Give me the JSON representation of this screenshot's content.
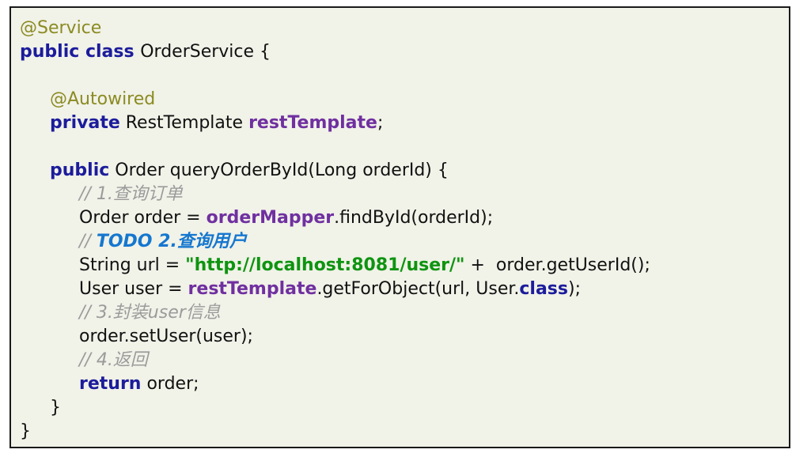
{
  "frame": {
    "background": "#ffffff",
    "panel_background": "#f1f2e8",
    "border_color": "#1a1a1a"
  },
  "colors": {
    "annotation": "#8b8b22",
    "keyword": "#1c1c9c",
    "field": "#7030a0",
    "string": "#0e9410",
    "comment": "#9b9b9b",
    "todo": "#1577cf",
    "plain": "#111111"
  },
  "code": {
    "language": "java",
    "lines": [
      {
        "indent": 0,
        "segments": [
          {
            "text": "@Service",
            "style": "annotation"
          }
        ]
      },
      {
        "indent": 0,
        "segments": [
          {
            "text": "public class ",
            "style": "keyword"
          },
          {
            "text": "OrderService {",
            "style": "plain"
          }
        ]
      },
      {
        "indent": 0,
        "segments": []
      },
      {
        "indent": 1,
        "segments": [
          {
            "text": "@Autowired",
            "style": "annotation"
          }
        ]
      },
      {
        "indent": 1,
        "segments": [
          {
            "text": "private",
            "style": "keyword"
          },
          {
            "text": " RestTemplate ",
            "style": "plain"
          },
          {
            "text": "restTemplate",
            "style": "field"
          },
          {
            "text": ";",
            "style": "plain"
          }
        ]
      },
      {
        "indent": 0,
        "segments": []
      },
      {
        "indent": 1,
        "segments": [
          {
            "text": "public",
            "style": "keyword"
          },
          {
            "text": " Order queryOrderById(Long orderId) {",
            "style": "plain"
          }
        ]
      },
      {
        "indent": 2,
        "segments": [
          {
            "text": "// 1.查询订单",
            "style": "comment"
          }
        ]
      },
      {
        "indent": 2,
        "segments": [
          {
            "text": "Order order = ",
            "style": "plain"
          },
          {
            "text": "orderMapper",
            "style": "field"
          },
          {
            "text": ".findById(orderId);",
            "style": "plain"
          }
        ]
      },
      {
        "indent": 2,
        "segments": [
          {
            "text": "// ",
            "style": "comment"
          },
          {
            "text": "TODO 2.查询用户",
            "style": "todo"
          }
        ]
      },
      {
        "indent": 2,
        "segments": [
          {
            "text": "String url = ",
            "style": "plain"
          },
          {
            "text": "\"http://localhost:8081/user/\"",
            "style": "string"
          },
          {
            "text": " +  order.getUserId();",
            "style": "plain"
          }
        ]
      },
      {
        "indent": 2,
        "segments": [
          {
            "text": "User user = ",
            "style": "plain"
          },
          {
            "text": "restTemplate",
            "style": "field"
          },
          {
            "text": ".getForObject(url, User.",
            "style": "plain"
          },
          {
            "text": "class",
            "style": "keyword"
          },
          {
            "text": ");",
            "style": "plain"
          }
        ]
      },
      {
        "indent": 2,
        "segments": [
          {
            "text": "// 3.封装user信息",
            "style": "comment"
          }
        ]
      },
      {
        "indent": 2,
        "segments": [
          {
            "text": "order.setUser(user);",
            "style": "plain"
          }
        ]
      },
      {
        "indent": 2,
        "segments": [
          {
            "text": "// 4.返回",
            "style": "comment"
          }
        ]
      },
      {
        "indent": 2,
        "segments": [
          {
            "text": "return",
            "style": "keyword"
          },
          {
            "text": " order;",
            "style": "plain"
          }
        ]
      },
      {
        "indent": 1,
        "segments": [
          {
            "text": "}",
            "style": "plain"
          }
        ]
      },
      {
        "indent": 0,
        "segments": [
          {
            "text": "}",
            "style": "plain"
          }
        ]
      }
    ]
  }
}
